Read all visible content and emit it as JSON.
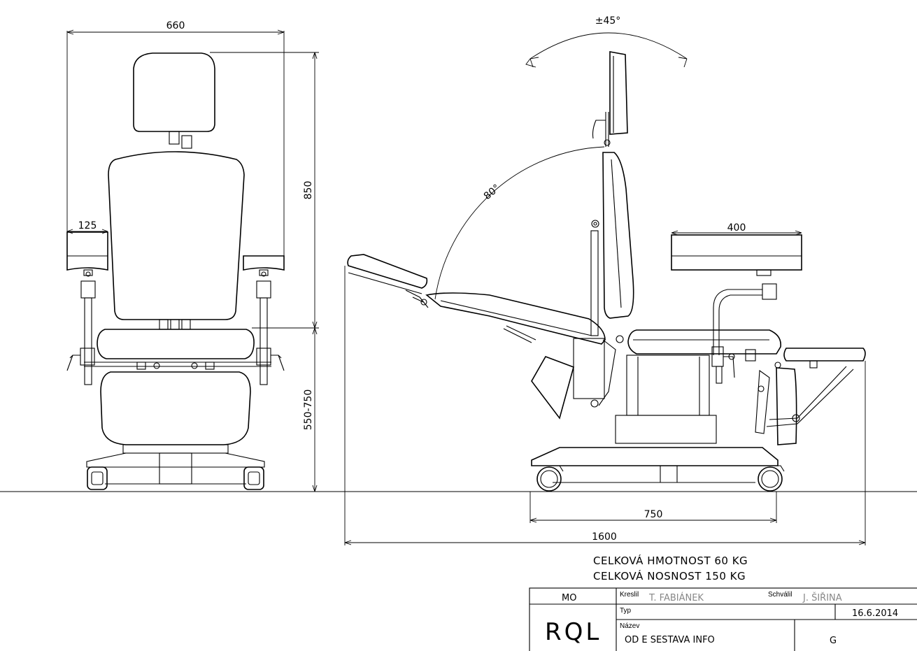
{
  "dimensions": {
    "width_660": "660",
    "armrest_125": "125",
    "height_850": "850",
    "seat_height_range": "550-750",
    "tray_400": "400",
    "base_750": "750",
    "length_1600": "1600",
    "backrest_angle": "80°",
    "headrest_angle": "±45°"
  },
  "notes": {
    "weight": "CELKOVÁ HMOTNOST 60 KG",
    "capacity": "CELKOVÁ NOSNOST 150 KG"
  },
  "title_block": {
    "mo_label": "MO",
    "drawn_label": "Kreslil",
    "drawn_value": "T. FABIÁNEK",
    "checked_label": "Schválil",
    "checked_value": "J. ŠIŘINA",
    "type_label": "Typ",
    "date": "16.6.2014",
    "name_label": "Název",
    "name_value": "OD E SESTAVA INFO",
    "logo": "RQL",
    "revision": "G"
  }
}
